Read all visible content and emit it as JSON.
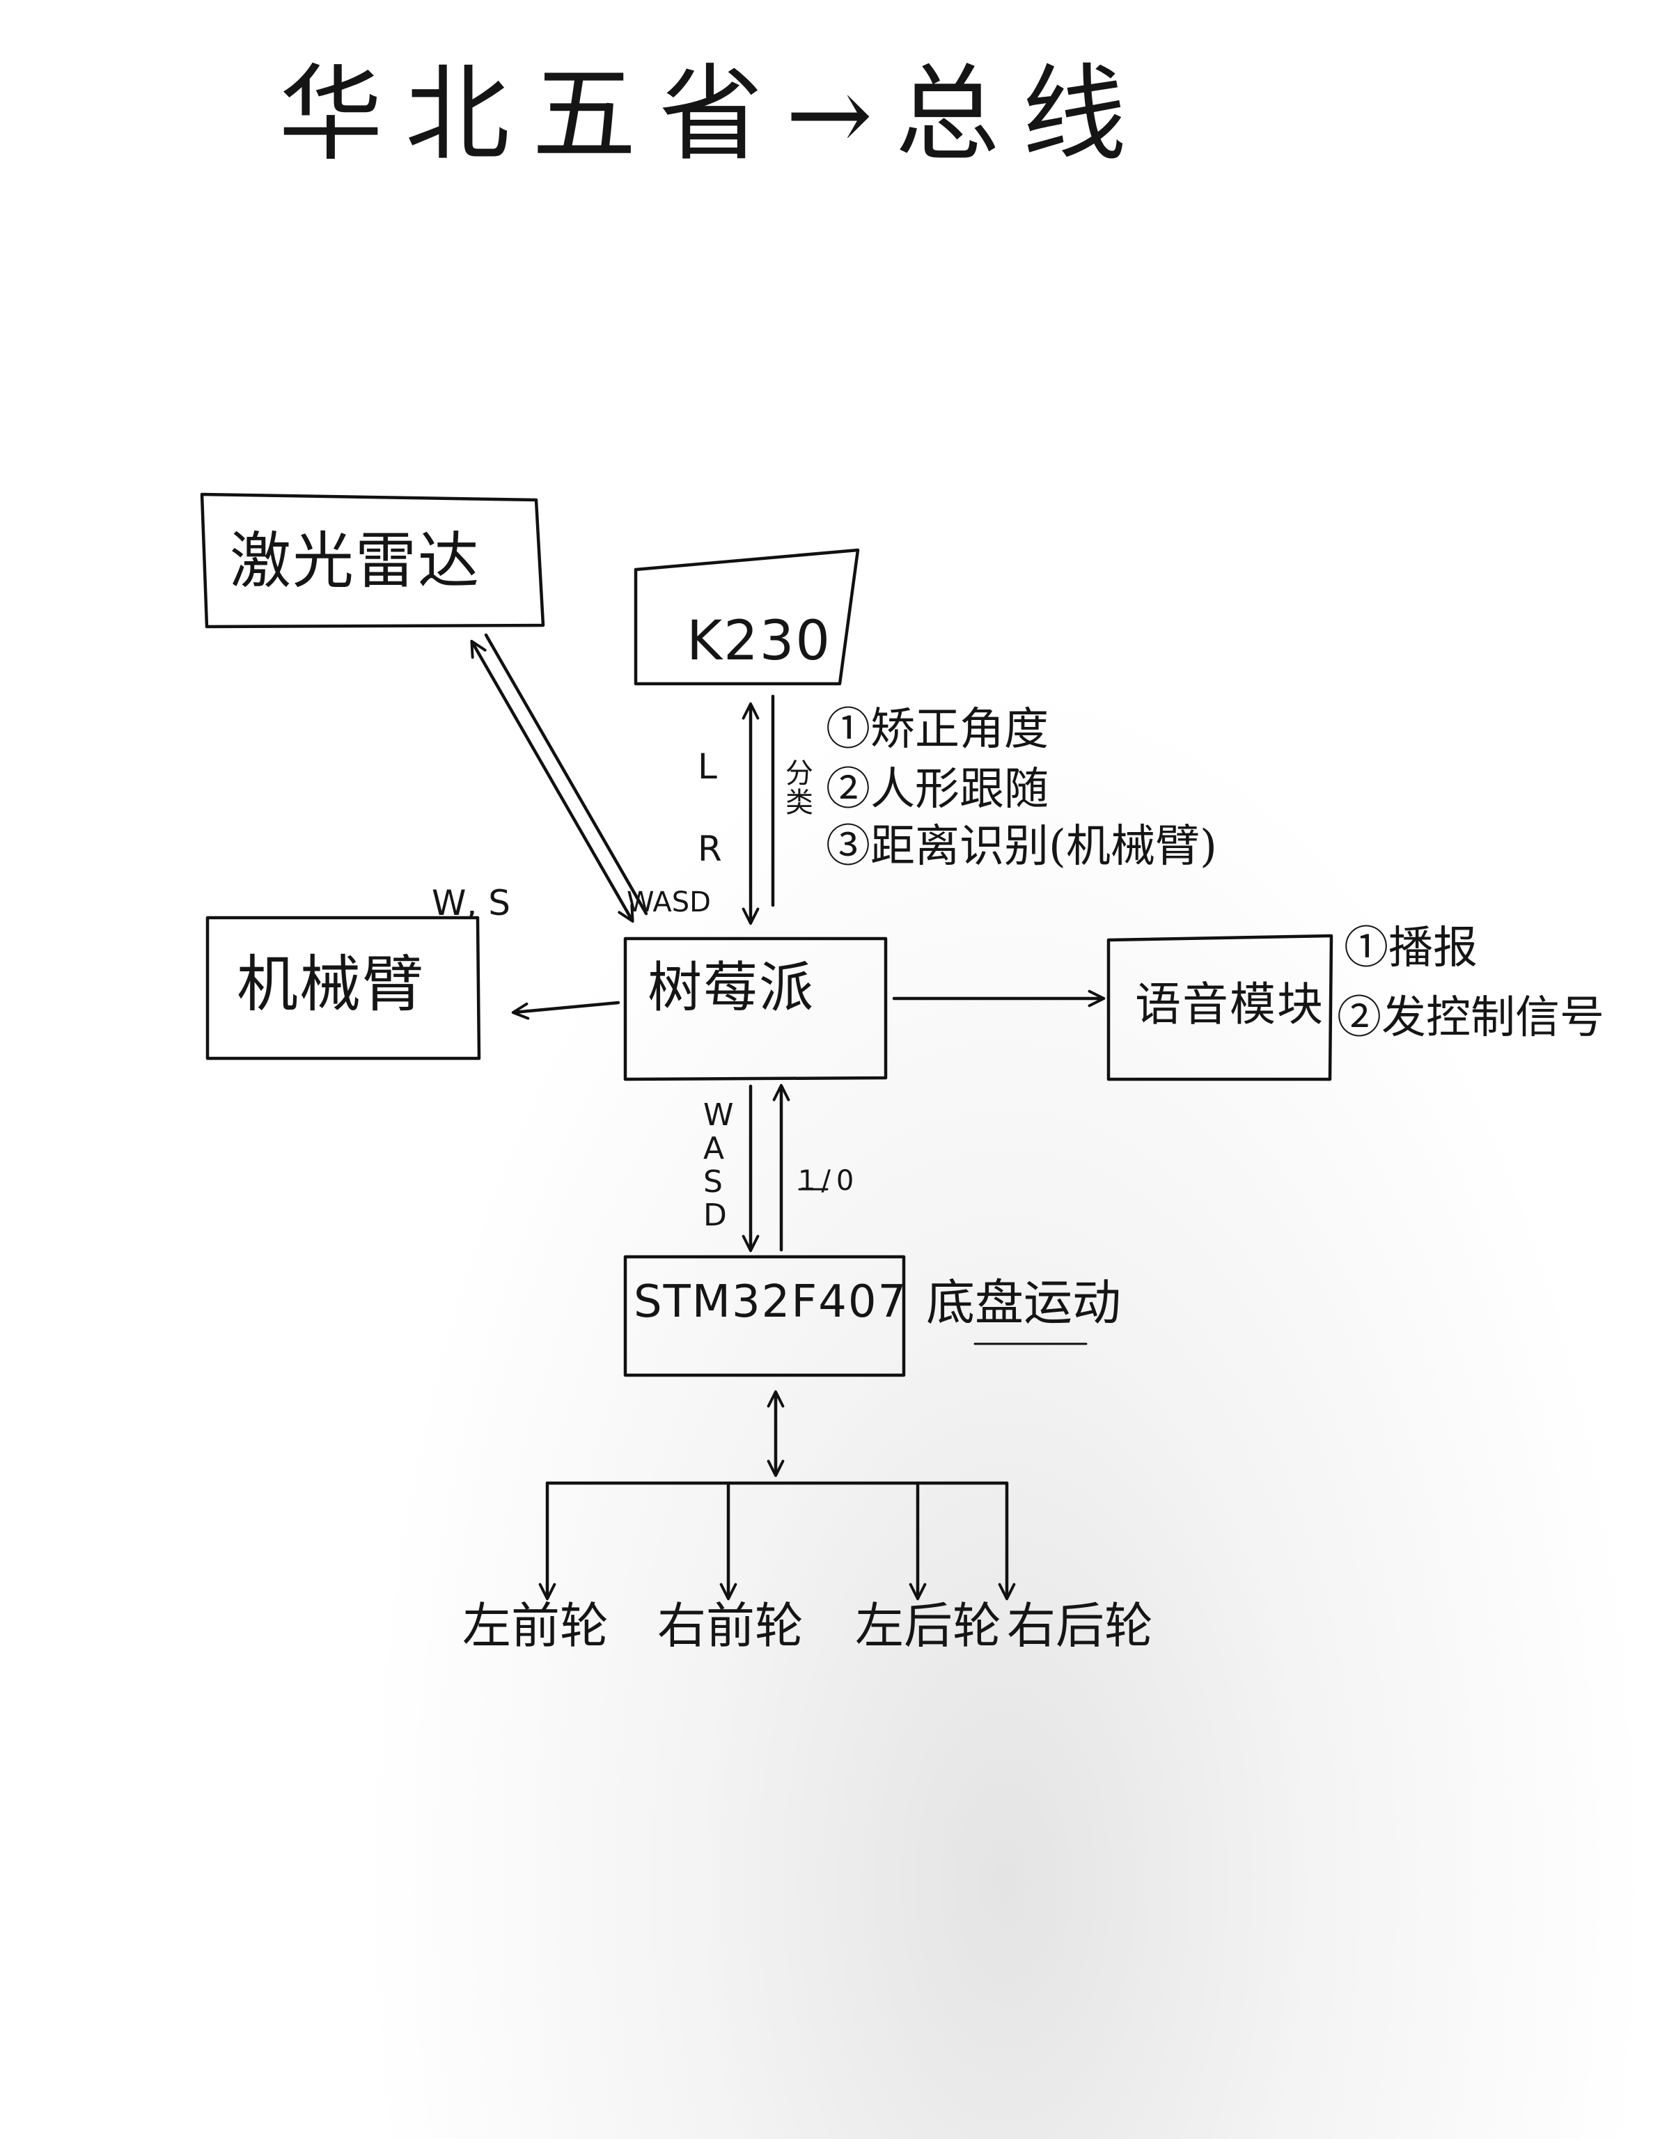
{
  "title": "华北五省→总线",
  "nodes": {
    "lidar": "激光雷达",
    "k230": "K230",
    "robot_arm": "机械臂",
    "raspberry_pi": "树莓派",
    "voice_module": "语音模块",
    "stm32": "STM32F407"
  },
  "k230_functions": {
    "side_label": "分类",
    "items": [
      "①矫正角度",
      "②人形跟随",
      "③距离识别(机械臂)"
    ]
  },
  "voice_functions": [
    "①播报",
    "②发控制信号"
  ],
  "stm32_role": "底盘运动",
  "edge_labels": {
    "k230_link_top": "L",
    "k230_link_bottom": "R",
    "lidar_to_pi": "WASD",
    "pi_to_arm": "W, S",
    "pi_to_stm32": "WASD",
    "stm32_to_pi": "1/0"
  },
  "wheels": [
    "左前轮",
    "右前轮",
    "左后轮",
    "右后轮"
  ]
}
